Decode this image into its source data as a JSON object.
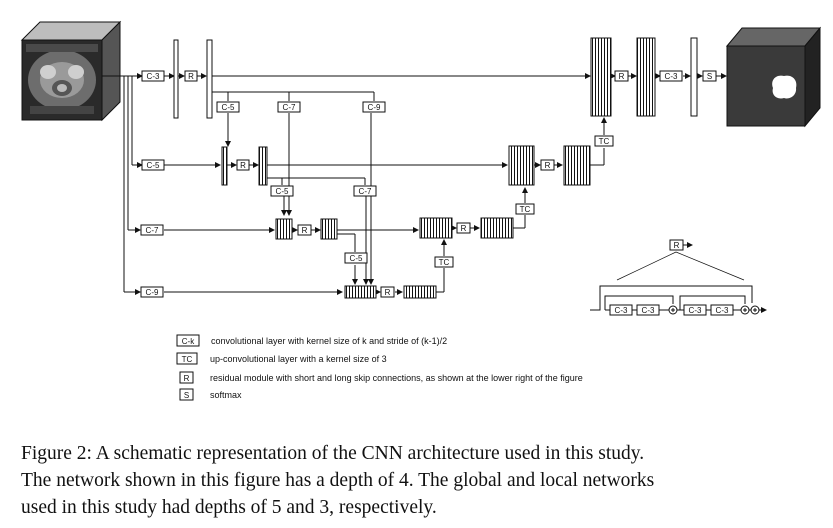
{
  "labels": {
    "c3": "C-3",
    "c5": "C-5",
    "c7": "C-7",
    "c9": "C-9",
    "r": "R",
    "tc": "TC",
    "s": "S"
  },
  "legend": [
    {
      "key": "C-k",
      "text": "convolutional layer with kernel size of k and stride of (k-1)/2"
    },
    {
      "key": "TC",
      "text": "up-convolutional layer with a kernel size of 3"
    },
    {
      "key": "R",
      "text": "residual module with short and long skip connections, as shown at the lower right of the figure"
    },
    {
      "key": "S",
      "text": "softmax"
    }
  ],
  "caption": [
    "Figure 2: A schematic representation of the CNN architecture used in this study.",
    "The network shown in this figure has a depth of 4. The global and local networks",
    "used in this study had depths of 5 and 3, respectively."
  ],
  "colors": {
    "output_cube": "#3a3a3a",
    "line": "#111111"
  }
}
